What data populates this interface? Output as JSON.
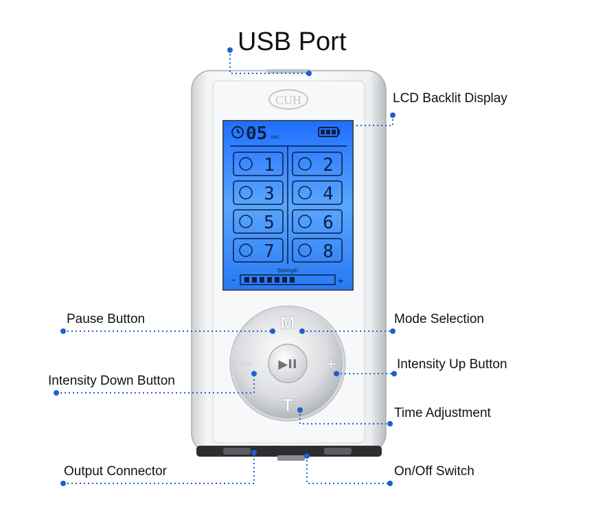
{
  "labels": {
    "usb_port": "USB Port",
    "lcd_display": "LCD Backlit Display",
    "pause_button": "Pause Button",
    "mode_selection": "Mode Selection",
    "intensity_up": "Intensity Up Button",
    "intensity_down": "Intensity Down Button",
    "time_adjustment": "Time Adjustment",
    "output_connector": "Output Connector",
    "on_off_switch": "On/Off Switch"
  },
  "device": {
    "brand": "CUH",
    "timer_value": "05",
    "timer_unit": "MIN",
    "programs": [
      "1",
      "2",
      "3",
      "4",
      "5",
      "6",
      "7",
      "8"
    ],
    "strength_label": "Strength",
    "strength_minus": "−",
    "strength_plus": "+",
    "strength_level": 7,
    "button_mode": "M",
    "button_time": "T",
    "button_minus": "−",
    "button_plus": "+",
    "button_play": "▶II"
  },
  "colors": {
    "callout_dot": "#1f5fd0",
    "lcd_blue": "#2f86ff",
    "body_silver": "#e9eaec"
  }
}
